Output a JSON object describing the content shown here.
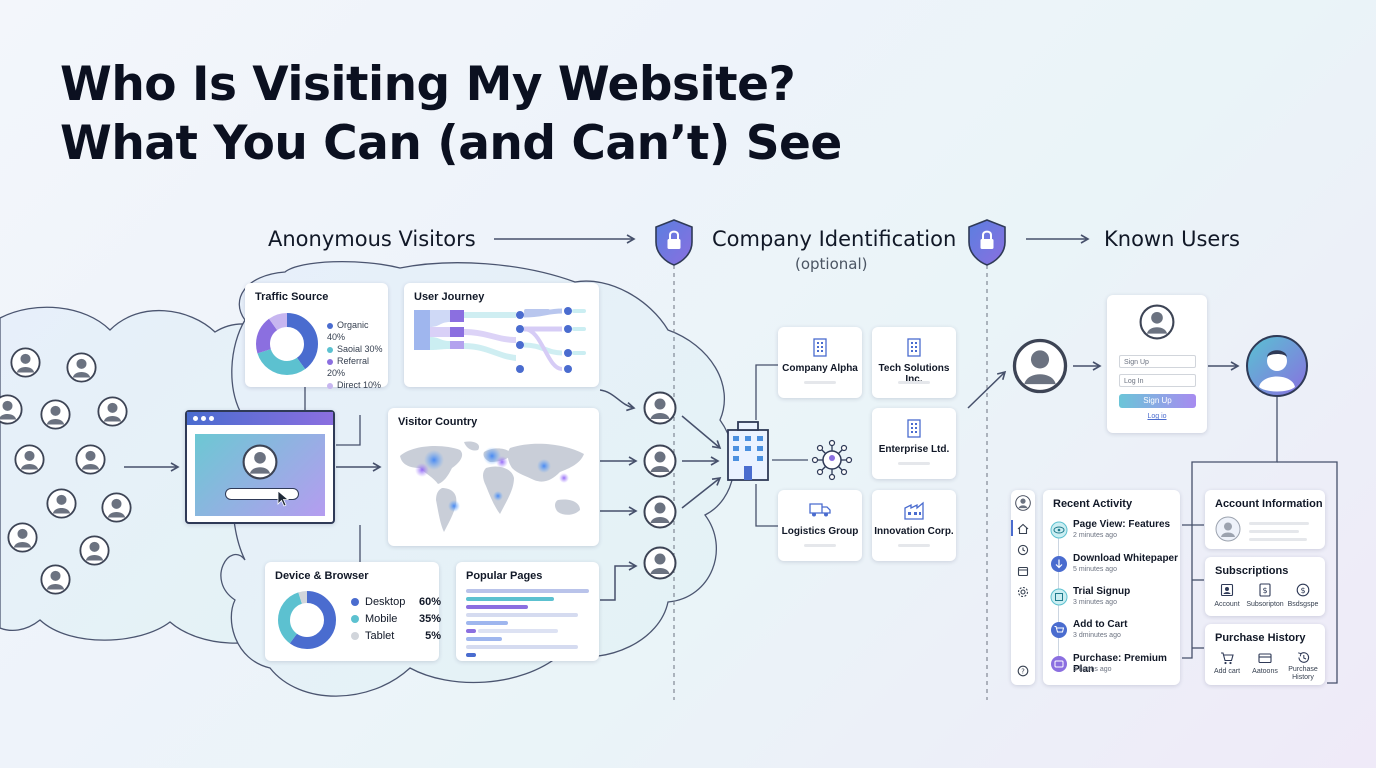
{
  "title": {
    "line1": "Who Is Visiting My Website?",
    "line2": "What You Can (and Can’t) See"
  },
  "stages": {
    "anonymous": "Anonymous Visitors",
    "company": "Company Identification",
    "company_note": "(optional)",
    "known": "Known Users"
  },
  "traffic_source": {
    "title": "Traffic Source",
    "legend": [
      "Organic 40%",
      "Saoial 30%",
      "Referral 20%",
      "Direct 10%"
    ],
    "shares": [
      40,
      30,
      20,
      10
    ],
    "colors": [
      "#4a6ccf",
      "#5cc1d0",
      "#8b6fe0",
      "#c7b6f0"
    ]
  },
  "user_journey": {
    "title": "User Journey"
  },
  "visitor_country": {
    "title": "Visitor Country"
  },
  "device_browser": {
    "title": "Device & Browser",
    "items": [
      {
        "label": "Desktop",
        "value": "60%"
      },
      {
        "label": "Mobile",
        "value": "35%"
      },
      {
        "label": "Tablet",
        "value": "5%"
      }
    ],
    "shares": [
      60,
      35,
      5
    ],
    "colors": [
      "#4a6ccf",
      "#5cc1d0",
      "#d1d5db"
    ]
  },
  "popular_pages": {
    "title": "Popular Pages"
  },
  "companies": [
    "Company Alpha",
    "Tech Solutions Inc.",
    "Enterprise Ltd.",
    "Logistics Group",
    "Innovation Corp."
  ],
  "login": {
    "signup_field": "Sign Up",
    "login_field": "Log In",
    "signup_button": "Sign Up",
    "login_link": "Log io"
  },
  "recent_activity": {
    "title": "Recent Activity",
    "items": [
      {
        "label": "Page View: Features",
        "time": "2 minutes ago"
      },
      {
        "label": "Download Whitepaper",
        "time": "5 minutes ago"
      },
      {
        "label": "Trial Signup",
        "time": "3 minutes ago"
      },
      {
        "label": "Add to Cart",
        "time": "3 dminutes ago"
      },
      {
        "label": "Purchase: Premium Plan",
        "time": "3 hoons ago"
      }
    ]
  },
  "account_info": {
    "title": "Account Information"
  },
  "subscriptions": {
    "title": "Subscriptions",
    "items": [
      "Account",
      "Subsoripton",
      "Bsdsgspe"
    ]
  },
  "purchase_history": {
    "title": "Purchase History",
    "items": [
      "Add cart",
      "Aatoons",
      "Purchase History"
    ]
  },
  "palette": {
    "blue": "#4a6ccf",
    "teal": "#5cc1d0",
    "purple": "#8b6fe0",
    "lavender": "#c7b6f0",
    "line": "#46506b"
  }
}
